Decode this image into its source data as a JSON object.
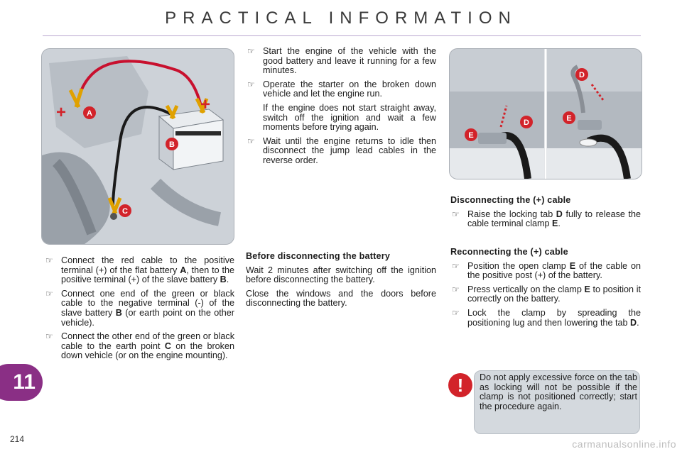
{
  "header": {
    "title": "PRACTICAL INFORMATION"
  },
  "figure_labels": {
    "a": "A",
    "b": "B",
    "c": "C",
    "d": "D",
    "e": "E",
    "plus": "+"
  },
  "column1": {
    "bullets": [
      {
        "pre": "Connect the red cable to the positive terminal (+) of the flat battery ",
        "b1": "A",
        "mid": ", then to the positive terminal (+) of the slave battery ",
        "b2": "B",
        "post": "."
      },
      {
        "pre": "Connect one end of the green or black cable to the negative terminal (-) of the slave battery ",
        "b1": "B",
        "post": " (or earth point on the other vehicle)."
      },
      {
        "pre": "Connect the other end of the green or black cable to the earth point ",
        "b1": "C",
        "post": " on the broken down vehicle (or on the engine mounting)."
      }
    ]
  },
  "column2": {
    "bullets": [
      "Start the engine of the vehicle with the good battery and leave it running for a few minutes.",
      "Operate the starter on the broken down vehicle and let the engine run."
    ],
    "continuation": "If the engine does not start straight away, switch off the ignition and wait a few moments before trying again.",
    "bullet_last": "Wait until the engine returns to idle then disconnect the jump lead cables in the reverse order.",
    "before_heading": "Before disconnecting the battery",
    "before_p1": "Wait 2 minutes after switching off the ignition before disconnecting the battery.",
    "before_p2": "Close the windows and the doors before disconnecting the battery."
  },
  "column3": {
    "disconnect_heading": "Disconnecting the (+) cable",
    "disconnect_bullet": {
      "pre": "Raise the locking tab ",
      "b1": "D",
      "mid": " fully to release the cable terminal clamp ",
      "b2": "E",
      "post": "."
    },
    "reconnect_heading": "Reconnecting the (+) cable",
    "reconnect_bullets": [
      {
        "pre": "Position the open clamp ",
        "b1": "E",
        "post": " of the cable on the positive post (+) of the battery."
      },
      {
        "pre": "Press vertically on the clamp ",
        "b1": "E",
        "post": " to position it correctly on the battery."
      },
      {
        "pre": "Lock the clamp by spreading the positioning lug and then lowering the tab ",
        "b1": "D",
        "post": "."
      }
    ]
  },
  "warning": {
    "icon_glyph": "!",
    "text": "Do not apply excessive force on the tab as locking will not be possible if the clamp is not positioned correctly; start the procedure again."
  },
  "chapter": {
    "number": "11"
  },
  "page": {
    "number": "214"
  },
  "watermark": {
    "text": "carmanualsonline.info"
  },
  "icons": {
    "bullet": "pointing-finger-icon",
    "warning": "exclamation-icon"
  },
  "colors": {
    "accent_purple": "#8a2f85",
    "label_red": "#d2232a",
    "cable_red": "#c8102e",
    "cable_black": "#1a1a1a"
  }
}
